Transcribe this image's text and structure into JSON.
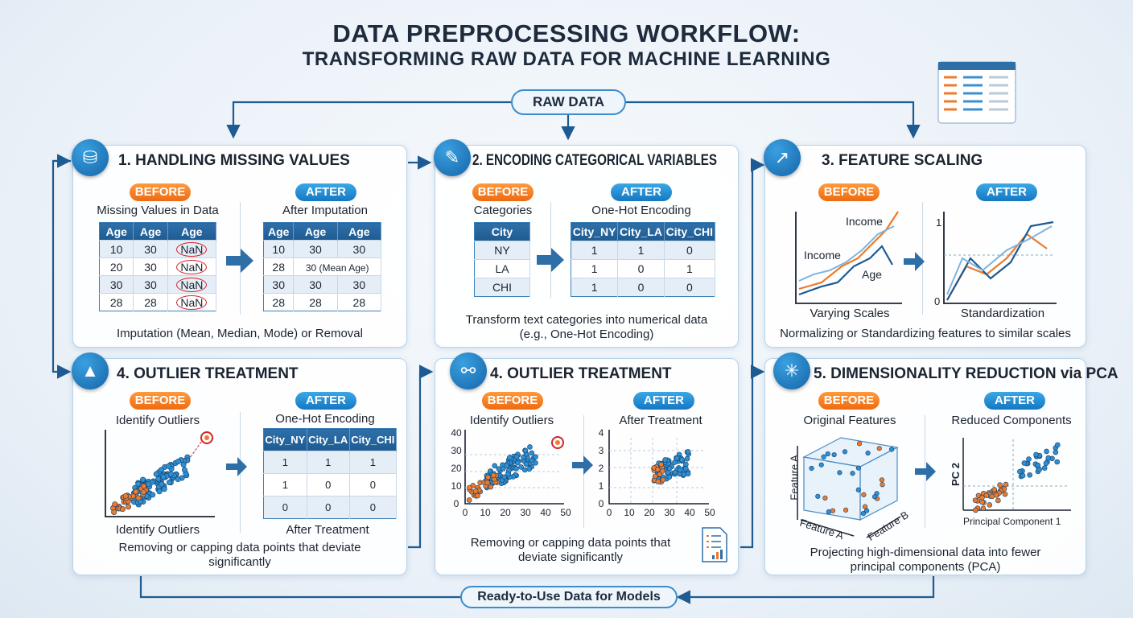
{
  "title": {
    "line1": "DATA PREPROCESSING WORKFLOW:",
    "line2": "TRANSFORMING RAW DATA FOR MACHINE LEARNING"
  },
  "flow": {
    "start": "RAW DATA",
    "end": "Ready-to-Use Data for Models"
  },
  "colors": {
    "accent_blue": "#1d6fb5",
    "before_orange": "#ee6a12",
    "after_blue": "#1577c0",
    "outlier_red": "#d2232a"
  },
  "badges": {
    "before": "BEFORE",
    "after": "AFTER"
  },
  "panel1": {
    "title": "1. HANDLING MISSING VALUES",
    "icon": "database-icon",
    "before_title": "Missing Values in Data",
    "after_title": "After Imputation",
    "before_table": {
      "headers": [
        "Age",
        "Age",
        "Age"
      ],
      "rows": [
        [
          "10",
          "30",
          "NaN"
        ],
        [
          "20",
          "30",
          "NaN"
        ],
        [
          "30",
          "30",
          "NaN"
        ],
        [
          "28",
          "28",
          "NaN"
        ]
      ]
    },
    "after_table": {
      "headers": [
        "Age",
        "Age",
        "Age"
      ],
      "rows": [
        [
          "10",
          "30",
          "30"
        ],
        [
          "28",
          "30 (Mean Age)",
          ""
        ],
        [
          "30",
          "30",
          "30"
        ],
        [
          "28",
          "28",
          "28"
        ]
      ]
    },
    "caption": "Imputation (Mean, Median, Mode) or Removal"
  },
  "panel2": {
    "title": "2. ENCODING CATEGORICAL VARIABLES",
    "icon": "document-edit-icon",
    "before_title": "Categories",
    "after_title": "One-Hot Encoding",
    "before_table": {
      "headers": [
        "City"
      ],
      "rows": [
        [
          "NY"
        ],
        [
          "LA"
        ],
        [
          "CHI"
        ]
      ]
    },
    "after_table": {
      "headers": [
        "City_NY",
        "City_LA",
        "City_CHI"
      ],
      "rows": [
        [
          "1",
          "1",
          "0"
        ],
        [
          "1",
          "0",
          "1"
        ],
        [
          "1",
          "0",
          "0"
        ]
      ]
    },
    "caption1": "Transform text categories into numerical data",
    "caption2": "(e.g., One-Hot Encoding)"
  },
  "panel3": {
    "title": "3. FEATURE SCALING",
    "icon": "trend-chart-icon",
    "before_labels": {
      "income_top": "Income",
      "income": "Income",
      "age": "Age"
    },
    "after_ticks": {
      "top": "1",
      "bottom": "0"
    },
    "before_title": "Varying Scales",
    "after_title": "Standardization",
    "caption": "Normalizing or Standardizing features to similar scales"
  },
  "panel4": {
    "title": "4. OUTLIER TREATMENT",
    "icon": "outlier-chart-icon",
    "before_title": "Identify Outliers",
    "after_title": "One-Hot Encoding",
    "after_table": {
      "headers": [
        "City_NY",
        "City_LA",
        "City_CHI"
      ],
      "rows": [
        [
          "1",
          "1",
          "1"
        ],
        [
          "1",
          "0",
          "0"
        ],
        [
          "0",
          "0",
          "0"
        ]
      ]
    },
    "before_label": "Identify Outliers",
    "after_label": "After Treatment",
    "caption1": "Removing or capping data points that deviate",
    "caption2": "significantly"
  },
  "panel5": {
    "title": "4. OUTLIER TREATMENT",
    "icon": "network-node-icon",
    "before_title": "Identify Outliers",
    "after_title": "After Treatment",
    "before_axes": {
      "x": [
        "0",
        "10",
        "20",
        "30",
        "40",
        "50"
      ],
      "y": [
        "0",
        "10",
        "20",
        "30",
        "40"
      ]
    },
    "after_axes": {
      "x": [
        "0",
        "10",
        "20",
        "30",
        "40",
        "50"
      ],
      "y": [
        "0",
        "1",
        "2",
        "3",
        "4"
      ]
    },
    "caption1": "Removing or capping data points that",
    "caption2": "deviate significantly"
  },
  "panel6": {
    "title": "5. DIMENSIONALITY REDUCTION via PCA",
    "icon": "hub-network-icon",
    "before_title": "Original Features",
    "after_title": "Reduced Components",
    "before_axes": {
      "vertical": "Feature A",
      "bottom": "Feature A",
      "depth": "Feature B"
    },
    "after_axes": {
      "x": "Principal Component 1",
      "y": "PC 2"
    },
    "caption1": "Projecting high-dimensional data into fewer",
    "caption2": "principal components (PCA)"
  }
}
